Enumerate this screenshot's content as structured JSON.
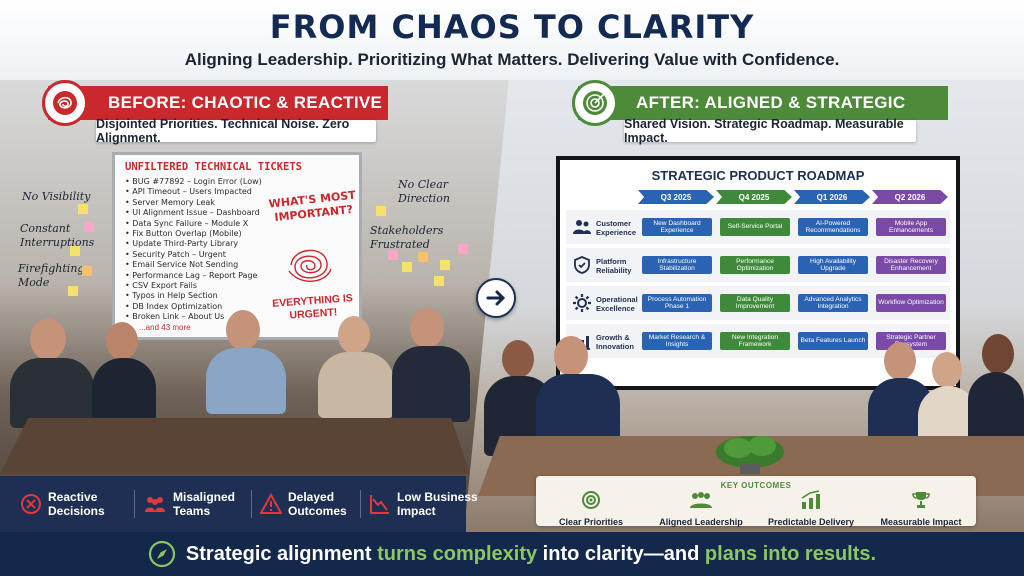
{
  "header": {
    "title": "FROM CHAOS TO CLARITY",
    "subtitle": "Aligning Leadership. Prioritizing What Matters. Delivering Value with Confidence."
  },
  "before": {
    "banner": "BEFORE: CHAOTIC & REACTIVE",
    "tagline": "Disjointed Priorities. Technical Noise. Zero Alignment.",
    "whiteboard": {
      "heading": "UNFILTERED TECHNICAL TICKETS",
      "tickets": [
        "BUG #77892 – Login Error (Low)",
        "API Timeout – Users Impacted",
        "Server Memory Leak",
        "UI Alignment Issue – Dashboard",
        "Data Sync Failure – Module X",
        "Fix Button Overlap (Mobile)",
        "Update Third-Party Library",
        "Security Patch – Urgent",
        "Email Service Not Sending",
        "Performance Lag – Report Page",
        "CSV Export Fails",
        "Typos in Help Section",
        "DB Index Optimization",
        "Broken Link – About Us"
      ],
      "more": "...and 43 more",
      "question": "WHAT'S MOST IMPORTANT?",
      "urgent": "EVERYTHING IS URGENT!"
    },
    "wall_notes": {
      "no_visibility": "No Visibility",
      "constant_interruptions": "Constant Interruptions",
      "firefighting": "Firefighting Mode",
      "no_clear_direction": "No Clear Direction",
      "stakeholders": "Stakeholders Frustrated"
    },
    "problems": [
      {
        "icon": "x-circle-icon",
        "label": "Reactive Decisions"
      },
      {
        "icon": "people-icon",
        "label": "Misaligned Teams"
      },
      {
        "icon": "warning-icon",
        "label": "Delayed Outcomes"
      },
      {
        "icon": "decline-chart-icon",
        "label": "Low Business Impact"
      }
    ]
  },
  "after": {
    "banner": "AFTER: ALIGNED & STRATEGIC",
    "tagline": "Shared Vision. Strategic Roadmap. Measurable Impact.",
    "roadmap": {
      "title": "STRATEGIC PRODUCT ROADMAP",
      "quarters": [
        "Q3 2025",
        "Q4 2025",
        "Q1 2026",
        "Q2 2026"
      ],
      "rows": [
        {
          "label": "Customer Experience",
          "items": [
            "New Dashboard Experience",
            "Self-Service Portal",
            "AI-Powered Recommendations",
            "Mobile App Enhancements"
          ]
        },
        {
          "label": "Platform Reliability",
          "items": [
            "Infrastructure Stabilization",
            "Performance Optimization",
            "High Availability Upgrade",
            "Disaster Recovery Enhancement"
          ]
        },
        {
          "label": "Operational Excellence",
          "items": [
            "Process Automation Phase 1",
            "Data Quality Improvement",
            "Advanced Analytics Integration",
            "Workflow Optimization"
          ]
        },
        {
          "label": "Growth & Innovation",
          "items": [
            "Market Research & Insights",
            "New Integration Framework",
            "Beta Features Launch",
            "Strategic Partner Ecosystem"
          ]
        }
      ]
    },
    "outcomes": {
      "title": "KEY OUTCOMES",
      "items": [
        "Clear Priorities",
        "Aligned Leadership",
        "Predictable Delivery",
        "Measurable Impact"
      ]
    }
  },
  "footer": {
    "part1": "Strategic alignment ",
    "part2": "turns complexity",
    "part3": " into clarity—and ",
    "part4": "plans into results."
  },
  "colors": {
    "navy": "#13284b",
    "red": "#c9282d",
    "green": "#4d8a3a",
    "highlight": "#8cc763",
    "q1": "#2a63b3",
    "q2": "#3f8a3a",
    "q3": "#2a63b3",
    "q4": "#7a4aa6"
  }
}
